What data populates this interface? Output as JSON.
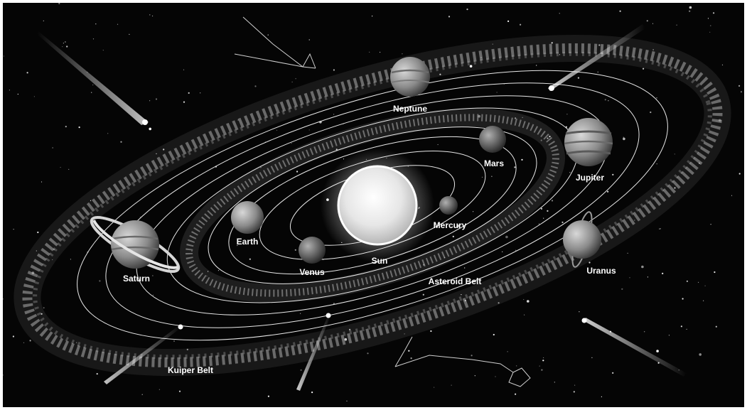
{
  "labels": {
    "sun": "Sun",
    "mercury": "Mercury",
    "venus": "Venus",
    "earth": "Earth",
    "mars": "Mars",
    "jupiter": "Jupiter",
    "saturn": "Saturn",
    "uranus": "Uranus",
    "neptune": "Neptune",
    "asteroid_belt": "Asteroid Belt",
    "kuiper_belt": "Kuiper Belt"
  },
  "colors": {
    "space": "#050505",
    "orbit": "#e8e8e8",
    "sun_core": "#ffffff",
    "sun_glow": "#dcdcdc",
    "belt": "#bdbdbd"
  }
}
